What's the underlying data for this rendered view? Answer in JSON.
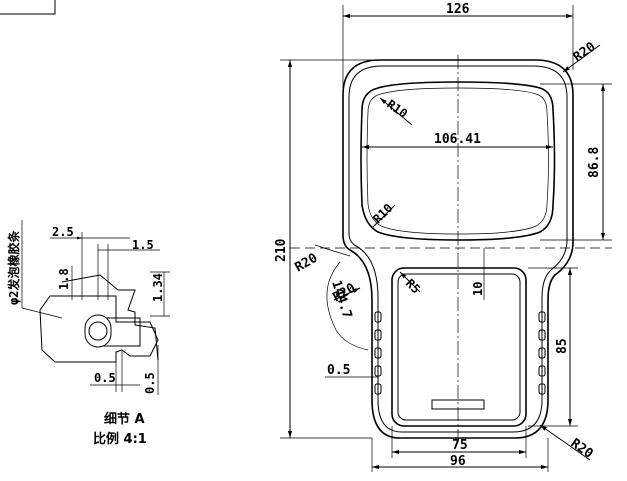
{
  "detail_view": {
    "dim_0_5_top": "2.5",
    "dim_1_5": "1.5",
    "dim_1_8": "1.8",
    "dim_1_34": "1.34",
    "dim_0_5_bottom": "0.5",
    "dim_0_5_vertical": "0.5",
    "seal_note": "φ2发泡橡胶条",
    "caption_title": "细节 A",
    "caption_scale": "比例 4:1"
  },
  "main_view": {
    "width_126": "126",
    "height_210": "210",
    "window_width": "106.41",
    "window_height": "86.8",
    "radius_r20_top": "R20",
    "radius_r10_top": "R10",
    "radius_r10_bottom": "R10",
    "radius_r20_left": "R20",
    "radius_r20_inner": "R20",
    "radius_r5": "R5",
    "dim_144_7": "144.7",
    "dim_10": "10",
    "dim_85": "85",
    "dim_0_5": "0.5",
    "width_75": "75",
    "width_96": "96",
    "radius_r20_bottom": "R20"
  }
}
